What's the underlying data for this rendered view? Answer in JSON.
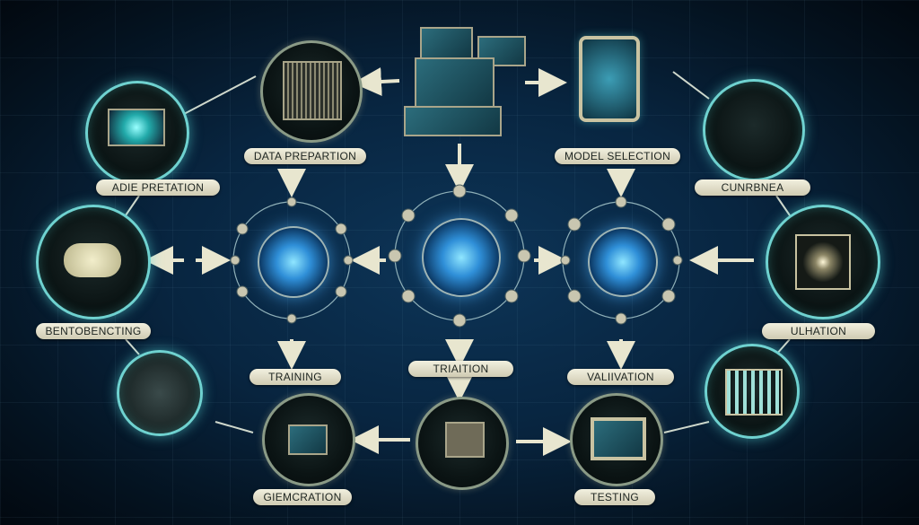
{
  "labels": {
    "data_preparation": "DATA PREPARTION",
    "model_selection": "MODEL SELECTION",
    "adie_pretation": "ADIE PRETATION",
    "cunrbnea": "CUNRBNEA",
    "bentobencting": "BENTOBENCTING",
    "ulhation": "ULHATION",
    "training": "TRAINING",
    "triaition": "TRIAITION",
    "valiivation": "VALIIVATION",
    "giemcration": "GIEMCRATION",
    "testing": "TESTING"
  },
  "colors": {
    "glow": "#6fd2d0",
    "label_bg": "#f2f0df",
    "arrow": "#e8e6cf",
    "hub": "#2f8fd8"
  }
}
